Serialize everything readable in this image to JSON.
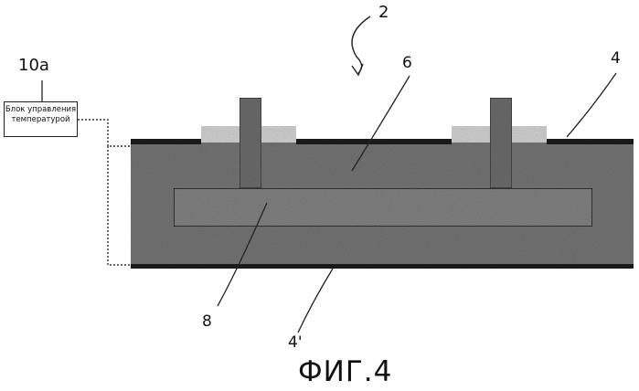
{
  "labels": {
    "device": "2",
    "control_unit_ref": "10a",
    "inner_part": "6",
    "outer_top": "4",
    "heater_block": "8",
    "outer_bottom": "4'"
  },
  "control_unit": {
    "text": "Блок управления температурой"
  },
  "caption": "ФИГ.4",
  "colors": {
    "background": "#ffffff",
    "body_fill": "#777777",
    "heater_fill": "#848484",
    "pipe_fill": "#6e6e6e",
    "insulation_fill": "#d6d6d6",
    "plate": "#1a1a1a",
    "line": "#222222"
  }
}
